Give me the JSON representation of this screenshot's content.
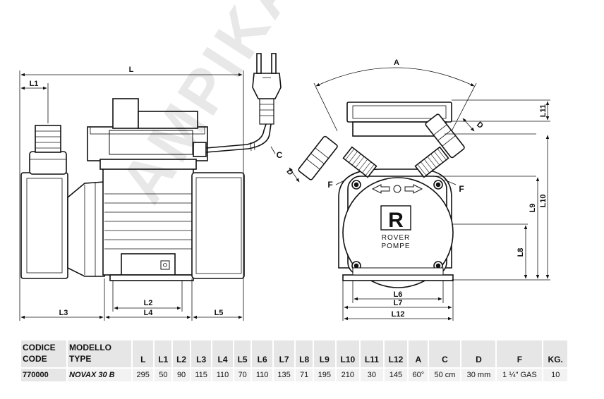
{
  "labels": {
    "L": "L",
    "L1": "L1",
    "L2": "L2",
    "L3": "L3",
    "L4": "L4",
    "L5": "L5",
    "L6": "L6",
    "L7": "L7",
    "L8": "L8",
    "L9": "L9",
    "L10": "L10",
    "L11": "L11",
    "L12": "L12",
    "A": "A",
    "C": "C",
    "D": "D",
    "F": "F"
  },
  "logo": {
    "letter": "R",
    "line1": "ROVER",
    "line2": "POMPE"
  },
  "watermark": "AMPIKA.RU",
  "table": {
    "headers": [
      {
        "top": "CODICE",
        "bottom": "CODE"
      },
      {
        "top": "MODELLO",
        "bottom": "TYPE"
      },
      "L",
      "L1",
      "L2",
      "L3",
      "L4",
      "L5",
      "L6",
      "L7",
      "L8",
      "L9",
      "L10",
      "L11",
      "L12",
      "A",
      "C",
      "D",
      "F",
      "KG."
    ],
    "row": [
      "770000",
      "NOVAX 30 B",
      "295",
      "50",
      "90",
      "115",
      "110",
      "70",
      "110",
      "135",
      "71",
      "195",
      "210",
      "30",
      "145",
      "60°",
      "50 cm",
      "30 mm",
      "1 ¼\" GAS",
      "10"
    ]
  }
}
